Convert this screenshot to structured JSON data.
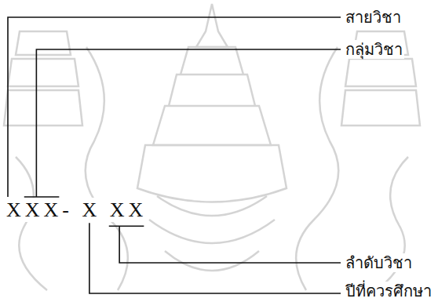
{
  "diagram": {
    "labels": [
      "สายวิชา",
      "กลุ่มวิชา",
      "XXX- X XX",
      "ลำดับวิชา",
      "ปีที่ควรศึกษา"
    ]
  }
}
